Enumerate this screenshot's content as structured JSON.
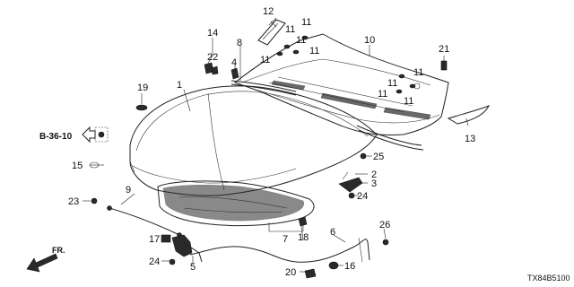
{
  "diagram": {
    "part_code": "TX84B5100",
    "reference_label": "B-36-10",
    "front_label": "FR.",
    "callouts": {
      "c1": "1",
      "c2": "2",
      "c3": "3",
      "c5": "5",
      "c6": "6",
      "c7": "7",
      "c8": "8",
      "c9": "9",
      "c10": "10",
      "c11": "11",
      "c12": "12",
      "c13": "13",
      "c14": "14",
      "c15": "15",
      "c16": "16",
      "c17": "17",
      "c18": "18",
      "c19": "19",
      "c20": "20",
      "c21": "21",
      "c22": "22",
      "c23": "23",
      "c24": "24",
      "c25": "25",
      "c26": "26"
    }
  },
  "icons": {
    "front_arrow": "arrow-left-down-icon",
    "reference_arrow": "arrow-left-icon"
  }
}
